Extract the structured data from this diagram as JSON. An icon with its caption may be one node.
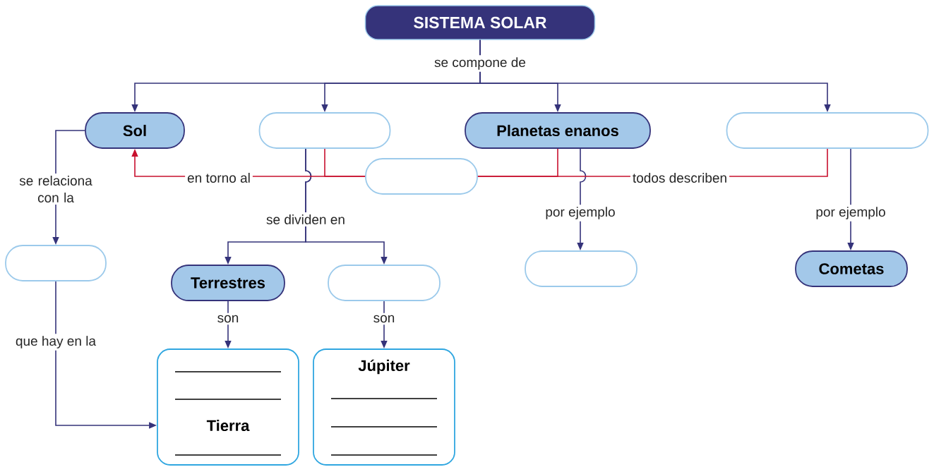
{
  "diagram": {
    "nodes": [
      {
        "text": [
          "SISTEMA SOLAR"
        ]
      },
      {
        "text": [
          "Sol"
        ]
      },
      {
        "text": [],
        "shape": "box"
      },
      {
        "text": [
          "Planetas enanos"
        ]
      },
      {
        "text": [],
        "shape": "box"
      },
      {
        "text": [],
        "shape": "box"
      },
      {
        "text": [],
        "shape": "box"
      },
      {
        "text": [
          "Terrestres"
        ]
      },
      {
        "text": [],
        "shape": "box"
      },
      {
        "text": [],
        "shape": "box"
      },
      {
        "text": [
          "Cometas"
        ]
      },
      {
        "text": [
          "Tierra"
        ]
      },
      {
        "text": [
          "Júpiter"
        ]
      }
    ],
    "edges": [
      {
        "from": 0,
        "to": 1,
        "arrow": "to",
        "label": "se compone de"
      },
      {
        "from": 0,
        "to": 2,
        "arrow": "to"
      },
      {
        "from": 0,
        "to": 3,
        "arrow": "to"
      },
      {
        "from": 0,
        "to": 4,
        "arrow": "to"
      },
      {
        "from": 1,
        "to": 6,
        "arrow": "to",
        "label": "se relaciona con la"
      },
      {
        "from": 6,
        "to": 11,
        "arrow": "to",
        "label": "que hay en la"
      },
      {
        "from": 2,
        "to": 7,
        "arrow": "to",
        "label": "se dividen en"
      },
      {
        "from": 2,
        "to": 8,
        "arrow": "to"
      },
      {
        "from": 7,
        "to": 11,
        "arrow": "to",
        "label": "son"
      },
      {
        "from": 8,
        "to": 12,
        "arrow": "to",
        "label": "son"
      },
      {
        "from": 3,
        "to": 9,
        "arrow": "to",
        "label": "por ejemplo"
      },
      {
        "from": 4,
        "to": 10,
        "arrow": "to",
        "label": "por ejemplo"
      },
      {
        "from": 2,
        "to": 5,
        "arrow": "none",
        "color": "#c8102e"
      },
      {
        "from": 3,
        "to": 5,
        "arrow": "none",
        "color": "#c8102e"
      },
      {
        "from": 4,
        "to": 5,
        "arrow": "none",
        "label": "todos describen",
        "color": "#c8102e"
      },
      {
        "from": 5,
        "to": 1,
        "arrow": "to",
        "label": "en torno al",
        "color": "#c8102e"
      }
    ]
  }
}
